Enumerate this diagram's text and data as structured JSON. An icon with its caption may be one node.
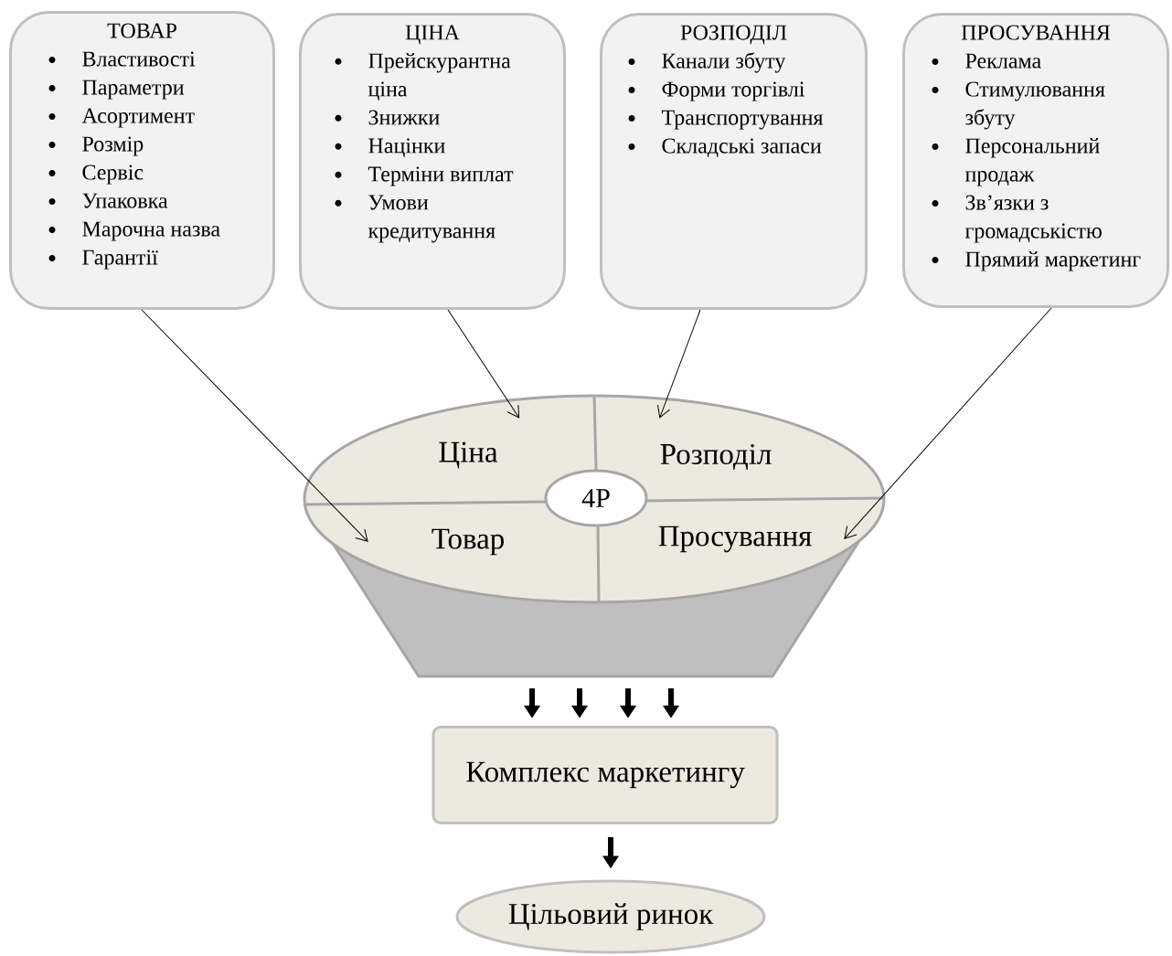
{
  "diagram": {
    "nodes": [
      {
        "text": [
          "ТОВАР",
          "Властивості",
          "Параметри",
          "Асортимент",
          "Розмір",
          "Сервіс",
          "Упаковка",
          "Марочна назва",
          "Гарантії"
        ]
      },
      {
        "text": [
          "ЦІНА",
          "Прейскурантна ціна",
          "Знижки",
          "Націнки",
          "Терміни виплат",
          "Умови кредитування"
        ]
      },
      {
        "text": [
          "РОЗПОДІЛ",
          "Канали збуту",
          "Форми торгівлі",
          "Транспортування",
          "Складські запаси"
        ]
      },
      {
        "text": [
          "ПРОСУВАННЯ",
          "Реклама",
          "Стимулювання збуту",
          "Персональний продаж",
          "Зв’язки з громадськістю",
          "Прямий маркетинг"
        ]
      },
      {
        "text": [],
        "shape": "funnel"
      },
      {
        "text": [
          "Ціна"
        ],
        "in": 4
      },
      {
        "text": [
          "Розподіл"
        ],
        "in": 4
      },
      {
        "text": [
          "Товар"
        ],
        "in": 4
      },
      {
        "text": [
          "Просування"
        ],
        "in": 4
      },
      {
        "text": [
          "4P"
        ],
        "in": 4
      },
      {
        "text": [
          "Комплекс маркетингу"
        ]
      },
      {
        "text": [
          "Цільовий ринок"
        ]
      }
    ],
    "edges": [
      {
        "from": 0,
        "to": 7,
        "arrow": "to"
      },
      {
        "from": 1,
        "to": 5,
        "arrow": "to"
      },
      {
        "from": 2,
        "to": 6,
        "arrow": "to"
      },
      {
        "from": 3,
        "to": 8,
        "arrow": "to"
      },
      {
        "from": 4,
        "to": 10,
        "arrow": "to"
      },
      {
        "from": 4,
        "to": 10,
        "arrow": "to"
      },
      {
        "from": 4,
        "to": 10,
        "arrow": "to"
      },
      {
        "from": 4,
        "to": 10,
        "arrow": "to"
      },
      {
        "from": 10,
        "to": 11,
        "arrow": "to"
      }
    ]
  }
}
